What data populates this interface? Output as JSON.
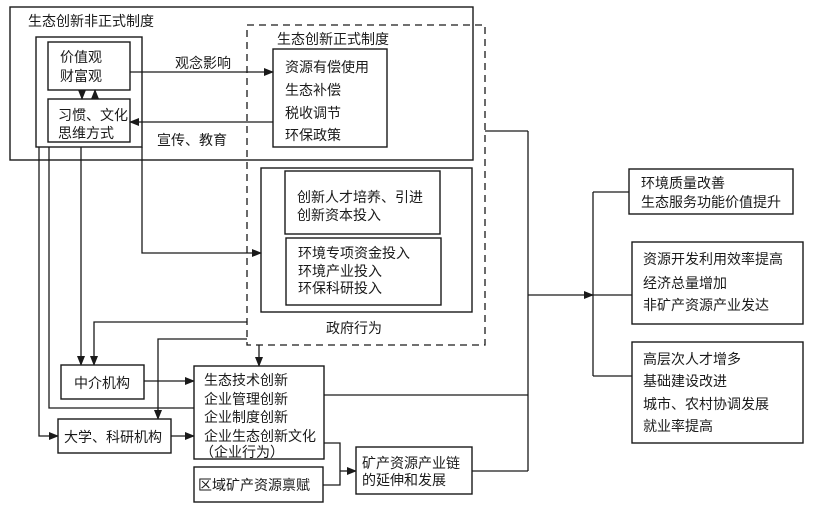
{
  "informal_institution": {
    "title": "生态创新非正式制度",
    "values_box": [
      "价值观",
      "财富观"
    ],
    "habits_box": [
      "习惯、文化",
      "思维方式"
    ]
  },
  "edge_labels": {
    "concept_influence": "观念影响",
    "propaganda_education": "宣传、教育"
  },
  "formal_institution": {
    "title": "生态创新正式制度",
    "items": [
      "资源有偿使用",
      "生态补偿",
      "税收调节",
      "环保政策"
    ]
  },
  "government": {
    "label": "政府行为",
    "talent_box": [
      "创新人才培养、引进",
      "创新资本投入"
    ],
    "investment_box": [
      "环境专项资金投入",
      "环境产业投入",
      "环保科研投入"
    ]
  },
  "intermediary": {
    "label": "中介机构"
  },
  "university": {
    "label": "大学、科研机构"
  },
  "enterprise": {
    "items": [
      "生态技术创新",
      "企业管理创新",
      "企业制度创新",
      "企业生态创新文化"
    ],
    "label": "（企业行为）"
  },
  "regional_endowment": {
    "label": "区域矿产资源禀赋"
  },
  "industry_chain": {
    "lines": [
      "矿产资源产业链",
      "的延伸和发展"
    ]
  },
  "outcomes": [
    {
      "lines": [
        "环境质量改善",
        "生态服务功能价值提升"
      ]
    },
    {
      "lines": [
        "资源开发利用效率提高",
        "经济总量增加",
        "非矿产资源产业发达"
      ]
    },
    {
      "lines": [
        "高层次人才增多",
        "基础建设改进",
        "城市、农村协调发展",
        "就业率提高"
      ]
    }
  ]
}
